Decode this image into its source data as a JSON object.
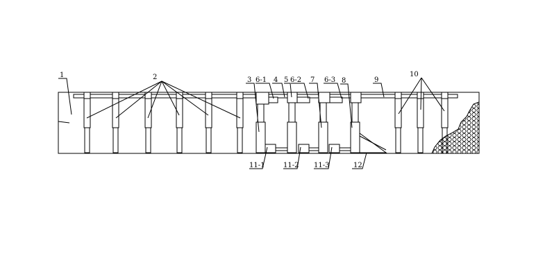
{
  "labels": {
    "l1": "1",
    "l2": "2",
    "l3": "3",
    "l6_1": "6-1",
    "l4": "4",
    "l5": "5",
    "l6_2": "6-2",
    "l7": "7",
    "l6_3": "6-3",
    "l8": "8",
    "l9": "9",
    "l10": "10",
    "l11_1": "11-1",
    "l11_2": "11-2",
    "l11_3": "11-3",
    "l12": "12"
  }
}
